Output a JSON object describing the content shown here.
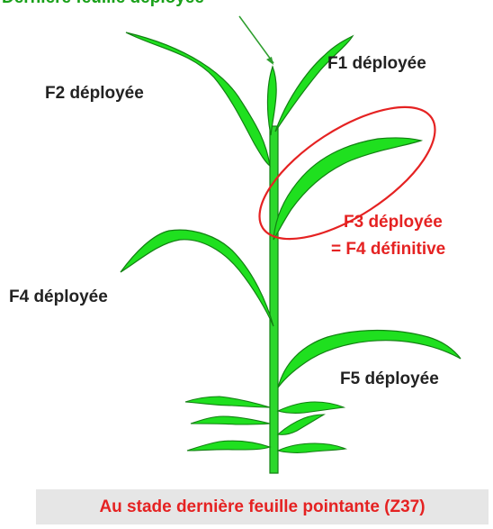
{
  "top_label": "Dernière feuille déployée",
  "leaves": {
    "f1": "F1 déployée",
    "f2": "F2 déployée",
    "f3_line1": "F3 déployée",
    "f3_line2": "= F4 définitive",
    "f4": "F4 déployée",
    "f5": "F5 déployée"
  },
  "caption": "Au stade dernière feuille pointante (Z37)",
  "colors": {
    "leaf": "#1fe01f",
    "stem": "#2cd82c",
    "outline": "#128012",
    "highlight": "#e52222",
    "caption_bg": "#e6e6e6",
    "arrow": "#2e9e2e"
  }
}
